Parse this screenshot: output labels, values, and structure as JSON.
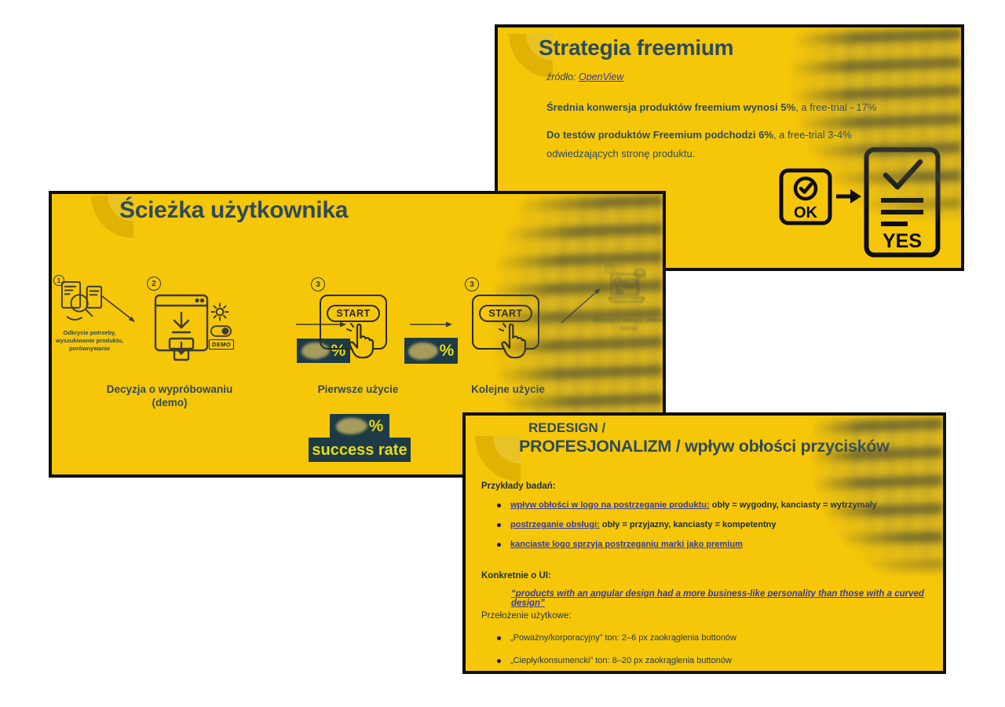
{
  "colors": {
    "slide_background": "#F6C609",
    "border": "#0E0E0E",
    "title_text": "#2E4B59",
    "link_text": "#3A3A99",
    "badge_background": "#1D3B46",
    "badge_text": "#E8DC12"
  },
  "slide_freemium": {
    "title": "Strategia freemium",
    "source_prefix": "źródło:",
    "source_link": "OpenView",
    "stat1_bold": "Średnia konwersja produktów freemium wynosi 5%",
    "stat1_rest": ", a free-trial - 17%",
    "stat2_bold": "Do testów produktów Freemium podchodzi 6%",
    "stat2_rest": ", a free-trial 3-4%",
    "stat2_line2": "odwiedzających stronę produktu.",
    "ok_icon_label": "OK",
    "yes_icon_label": "YES"
  },
  "slide_path": {
    "title": "Ścieżka użytkownika",
    "step1": {
      "number": "1",
      "label": "Odkrycie potrzeby, wyszukiwanie produktu, porównywanie"
    },
    "step2": {
      "number": "2",
      "label": "Decyzja o wypróbowaniu (demo)",
      "demo_badge": "DEMO"
    },
    "step3": {
      "number": "3",
      "label": "Pierwsze użycie",
      "button": "START"
    },
    "step4": {
      "number": "3",
      "label": "Kolejne użycie",
      "button": "START"
    },
    "step5": {
      "number": "4",
      "label": "Decyzja o zakupie płatnej wersji",
      "buy_badge": "BUY"
    },
    "conversion_badge_percent": "%",
    "success_badge": {
      "percent": "%",
      "label": "success rate"
    }
  },
  "slide_redesign": {
    "title_line1": "REDESIGN /",
    "title_line2": "PROFESJONALIZM / wpływ obłości przycisków",
    "research_heading": "Przykłady badań:",
    "research_bullets": [
      {
        "link": "wpływ obłości w logo na postrzeganie produktu:",
        "detail": " obły = wygodny, kanciasty = wytrzymały"
      },
      {
        "link": "postrzeganie obsługi:",
        "detail": " obły = przyjazny, kanciasty  = kompetentny"
      },
      {
        "link": "kanciaste logo sprzyja postrzeganiu marki jako premium",
        "detail": ""
      }
    ],
    "ui_heading": "Konkretnie o UI:",
    "quote": "“products with an angular design had a more business-like personality than those with a curved design”",
    "practical_heading": "Przełożenie użytkowe:",
    "practical_bullets": [
      "„Poważny/korporacyjny” ton: 2–6 px zaokrąglenia buttonów",
      "„Ciepły/konsumencki” ton: 8–20 px zaokrąglenia buttonów"
    ]
  }
}
